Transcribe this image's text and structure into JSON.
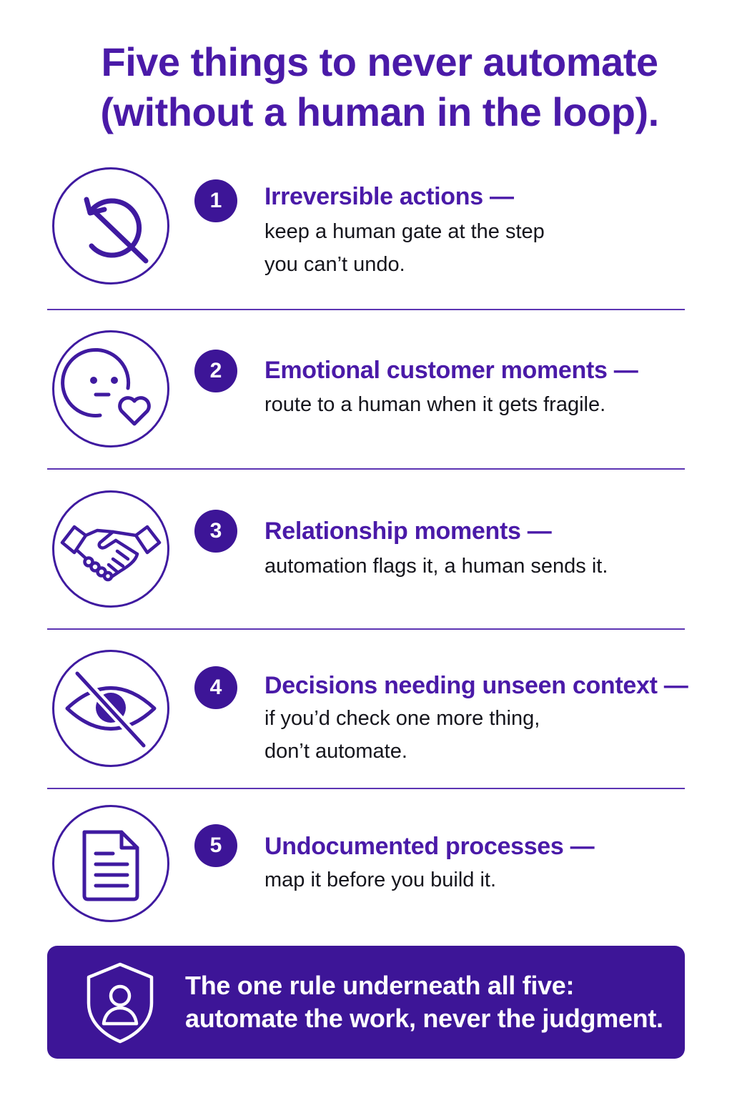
{
  "title": {
    "line1": "Five things to never automate",
    "line2": "(without a human in the loop)."
  },
  "items": [
    {
      "number": "1",
      "heading": "Irreversible actions —",
      "desc_lines": [
        "keep a human gate at the step",
        "you can’t undo."
      ],
      "icon": "no-undo-icon"
    },
    {
      "number": "2",
      "heading": "Emotional customer moments —",
      "desc_lines": [
        "route to a human when it gets fragile."
      ],
      "icon": "face-heart-icon"
    },
    {
      "number": "3",
      "heading": "Relationship moments —",
      "desc_lines": [
        "automation flags it, a human sends it."
      ],
      "icon": "handshake-icon"
    },
    {
      "number": "4",
      "heading": "Decisions needing unseen context —",
      "desc_lines": [
        "if you’d check one more thing,",
        "don’t automate."
      ],
      "icon": "eye-slash-icon"
    },
    {
      "number": "5",
      "heading": "Undocumented processes —",
      "desc_lines": [
        "map it before you build it."
      ],
      "icon": "document-icon"
    }
  ],
  "banner": {
    "line1": "The one rule underneath all five:",
    "line2": "automate the work, never the judgment.",
    "icon": "shield-person-icon"
  },
  "colors": {
    "accent": "#4a1aa8",
    "banner_bg": "#3d1597",
    "text": "#15151c",
    "background": "#ffffff"
  }
}
